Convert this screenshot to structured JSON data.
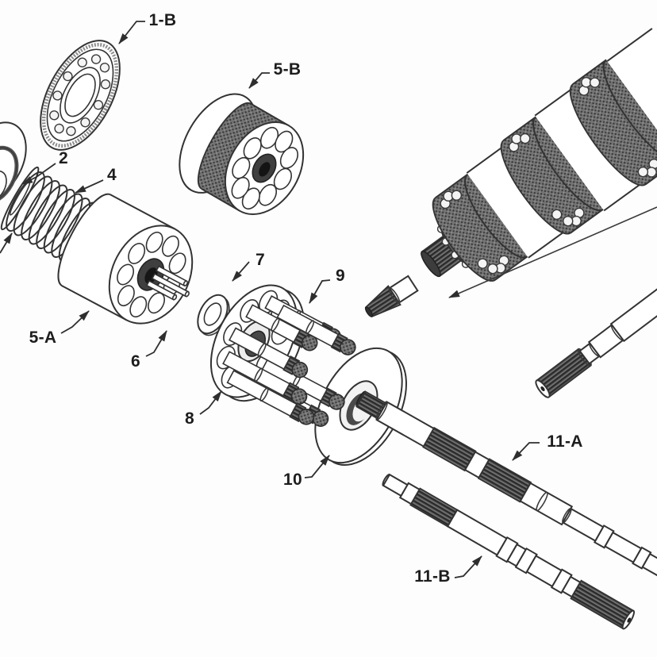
{
  "figure": {
    "type": "exploded-parts-diagram",
    "subject": "hydraulic axial piston pump rotary group",
    "background_color": "#fdfdfd",
    "line_color": "#333333",
    "label_color": "#1d1d1d"
  },
  "labels": {
    "l1b": "1-B",
    "l2": "2",
    "l4": "4",
    "l5a": "5-A",
    "l5b": "5-B",
    "l6": "6",
    "l7": "7",
    "l8": "8",
    "l9": "9",
    "l10": "10",
    "l11a": "11-A",
    "l11b": "11-B"
  }
}
